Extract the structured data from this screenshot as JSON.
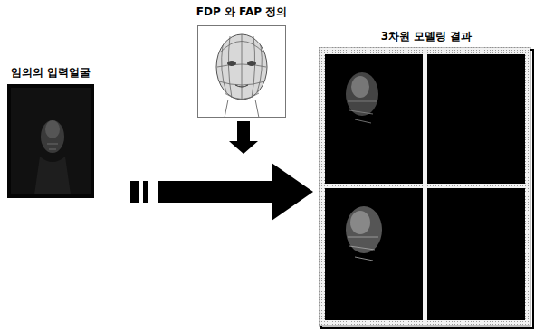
{
  "diagram": {
    "nodes": [
      {
        "text": [
          "임의의 입력얼굴"
        ]
      },
      {
        "text": [
          "FDP 와 FAP 정의"
        ]
      },
      {
        "text": [
          "3차원 모델링 결과"
        ]
      }
    ],
    "edges": [
      {
        "from": 0,
        "to": 2,
        "arrow": "to"
      },
      {
        "from": 1,
        "to": 2,
        "arrow": "to"
      }
    ]
  }
}
